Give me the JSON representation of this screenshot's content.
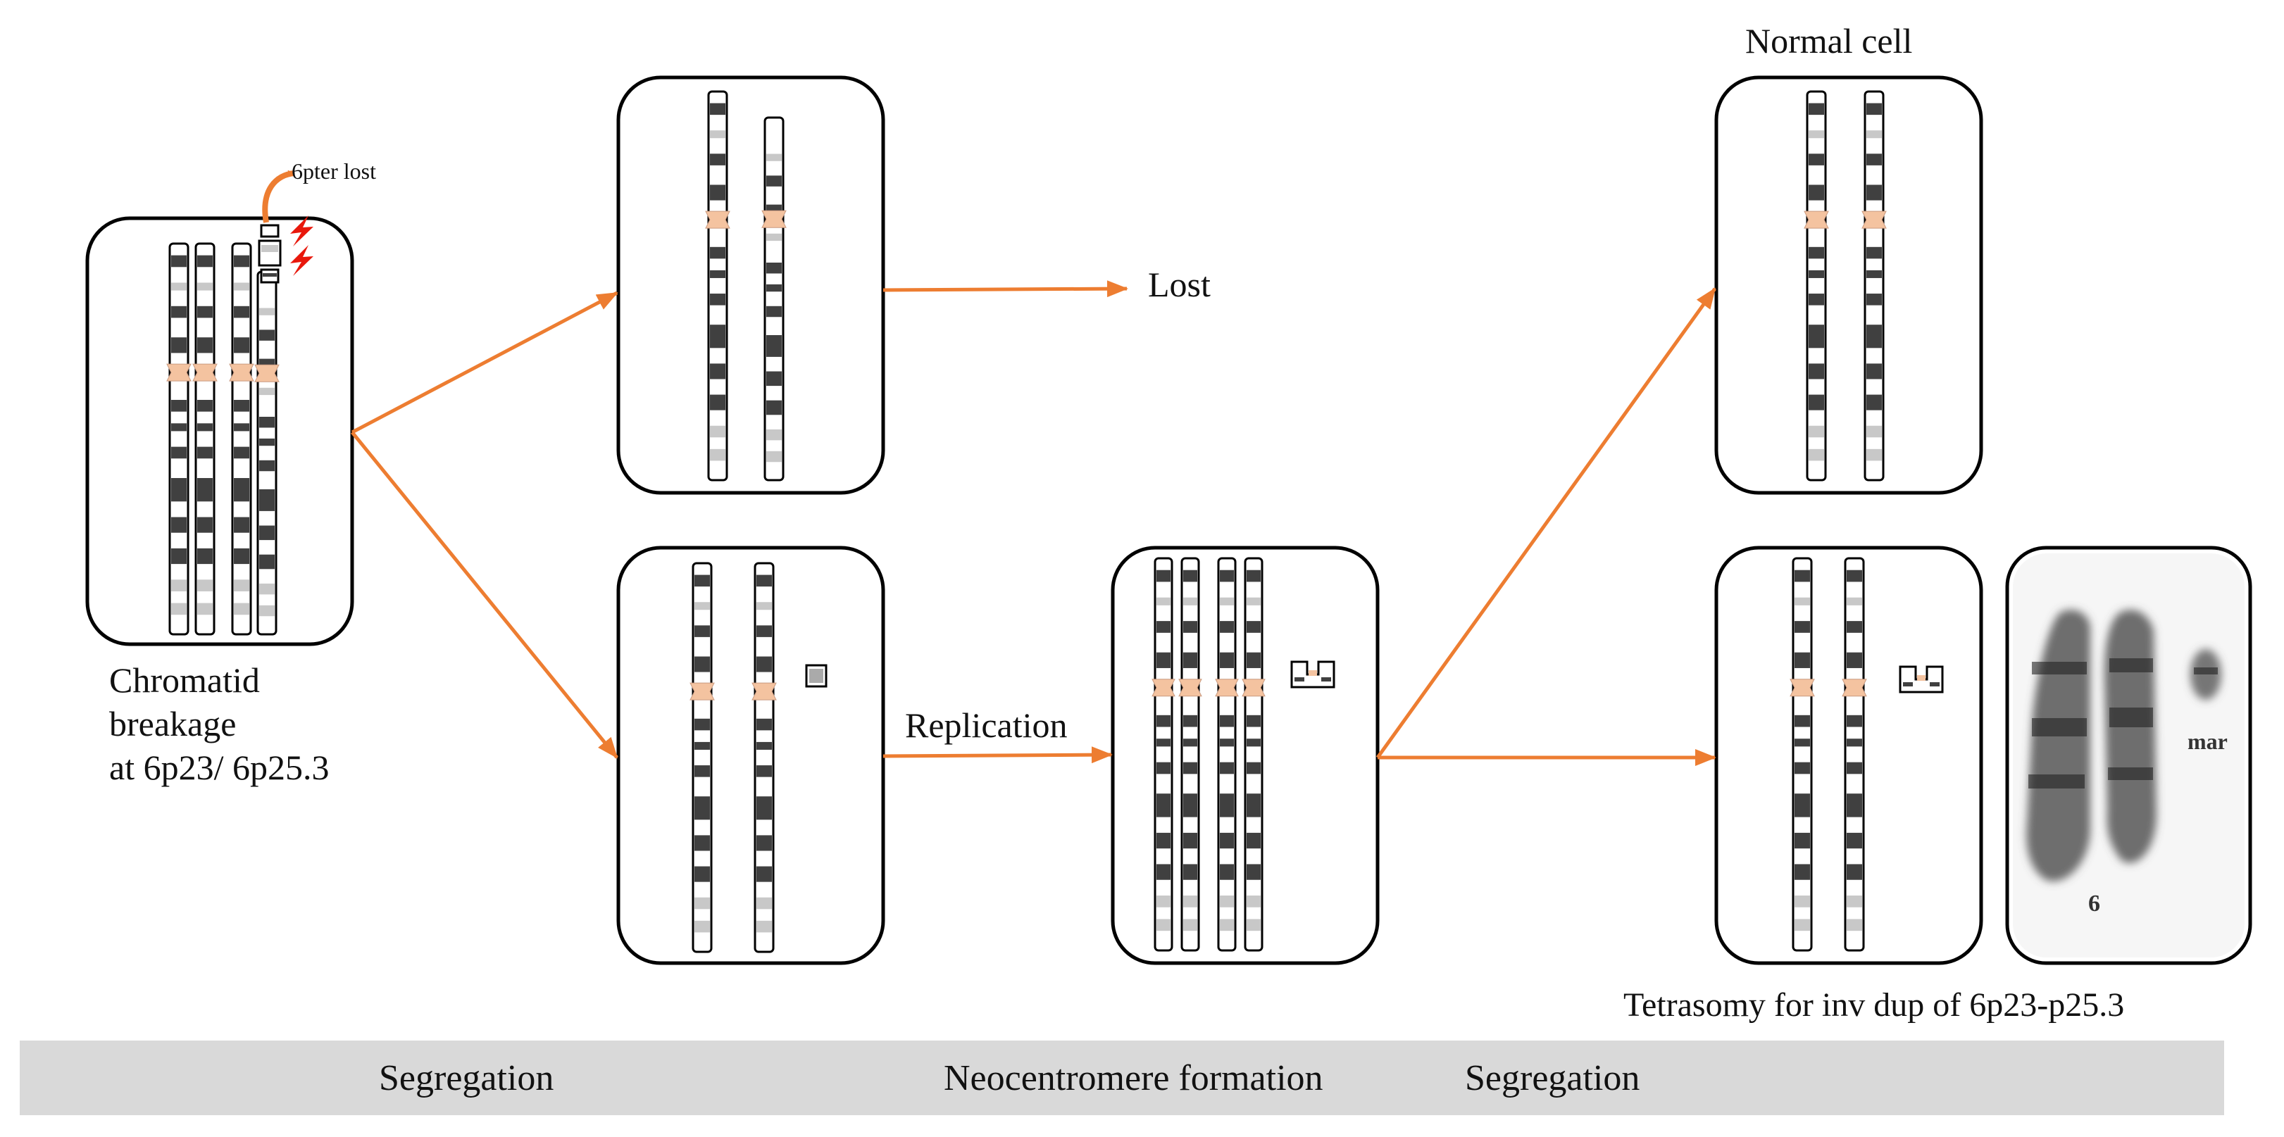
{
  "labels": {
    "pter_lost": "6pter lost",
    "breakage": "Chromatid\nbreakage\nat 6p23/ 6p25.3",
    "lost": "Lost",
    "replication": "Replication",
    "normal_cell": "Normal cell",
    "tetrasomy": "Tetrasomy for inv dup of 6p23-p25.3",
    "photo_marker": "mar",
    "photo_chrom": "6"
  },
  "steps": [
    "Segregation",
    "Neocentromere formation",
    "Segregation"
  ],
  "colors": {
    "arrow": "#ED7D31",
    "centromere": "#F4C3A0",
    "band_dark": "#404040",
    "band_light": "#c8c8c8",
    "break_mark": "#E8180C",
    "step_bar": "#d9d9d9"
  },
  "icons": [
    "lightning-icon"
  ]
}
